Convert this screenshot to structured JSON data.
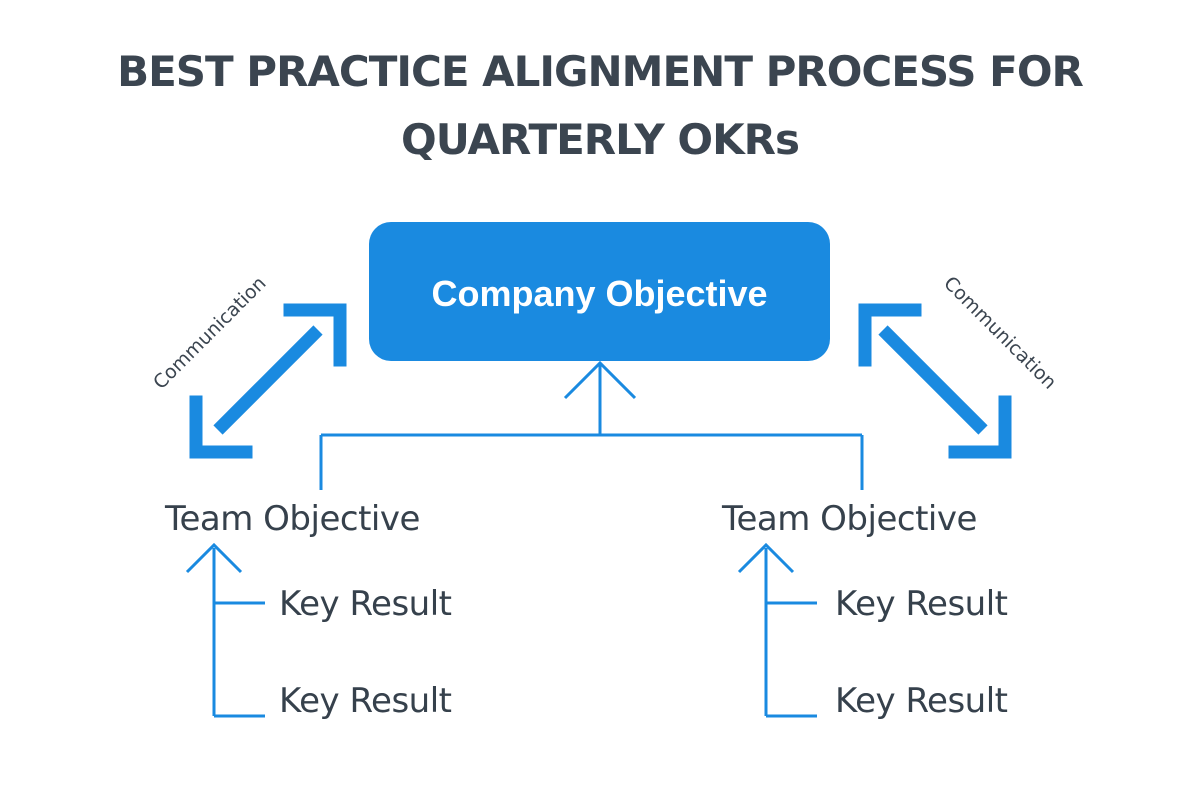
{
  "title": {
    "line1": "BEST PRACTICE ALIGNMENT PROCESS FOR",
    "line2": "QUARTERLY OKRs"
  },
  "company_objective": "Company Objective",
  "communication_left": "Communication",
  "communication_right": "Communication",
  "teams": [
    {
      "label": "Team Objective",
      "key_results": [
        "Key Result",
        "Key Result"
      ]
    },
    {
      "label": "Team Objective",
      "key_results": [
        "Key Result",
        "Key Result"
      ]
    }
  ],
  "colors": {
    "accent": "#1a8ae0",
    "title_text": "#3b4550",
    "body_text": "#36414c"
  }
}
